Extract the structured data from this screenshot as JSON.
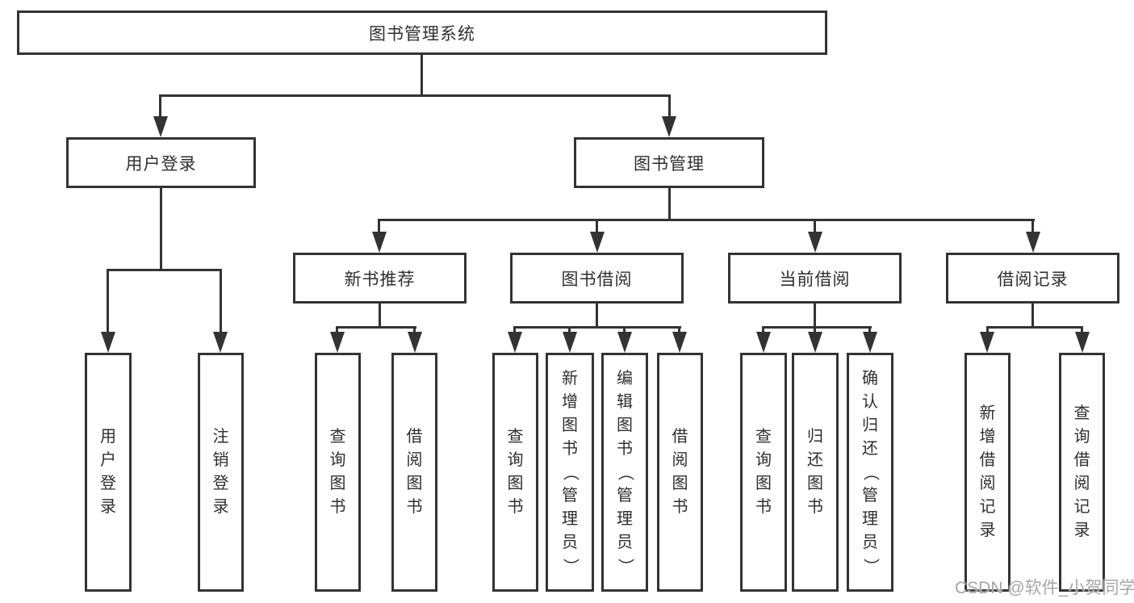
{
  "tree": {
    "root": "图书管理系统",
    "user_login": {
      "label": "用户登录",
      "children": [
        "用户登录",
        "注销登录"
      ]
    },
    "book_mgmt": {
      "label": "图书管理",
      "groups": [
        {
          "label": "新书推荐",
          "children": [
            "查询图书",
            "借阅图书"
          ]
        },
        {
          "label": "图书借阅",
          "children": [
            "查询图书",
            "新增图书（管理员）",
            "编辑图书（管理员）",
            "借阅图书"
          ]
        },
        {
          "label": "当前借阅",
          "children": [
            "查询图书",
            "归还图书",
            "确认归还（管理员）"
          ]
        },
        {
          "label": "借阅记录",
          "children": [
            "新增借阅记录",
            "查询借阅记录"
          ]
        }
      ]
    }
  },
  "watermark": "CSDN @软件_小贺同学",
  "colors": {
    "line": "#333333",
    "text": "#2f2f2f",
    "watermark": "#a6a6a6",
    "background": "#ffffff"
  }
}
